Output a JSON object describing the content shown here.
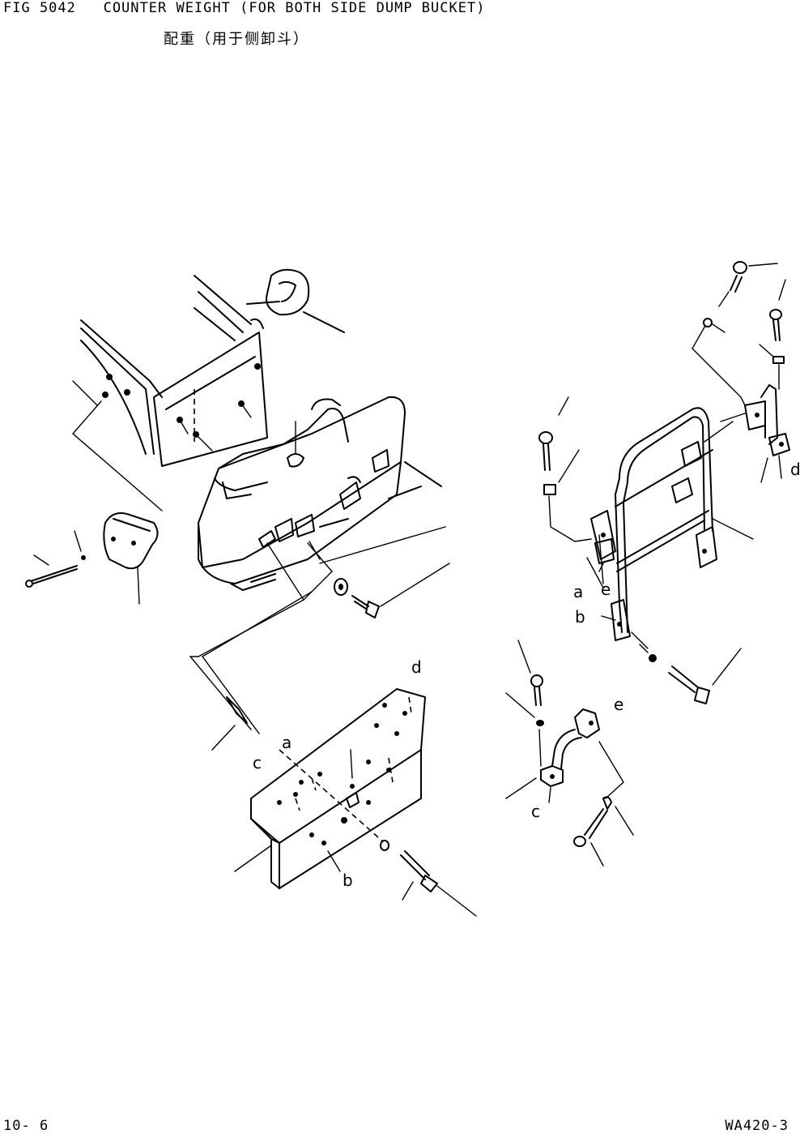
{
  "header": {
    "figure_title": "FIG 5042   COUNTER WEIGHT (FOR BOTH SIDE DUMP BUCKET)",
    "figure_subtitle": "配重（用于侧卸斗）"
  },
  "footer": {
    "page_number": "10- 6",
    "model_code": "WA420-3"
  },
  "callouts": {
    "a": "a",
    "b": "b",
    "c": "c",
    "d": "d",
    "e": "e"
  }
}
